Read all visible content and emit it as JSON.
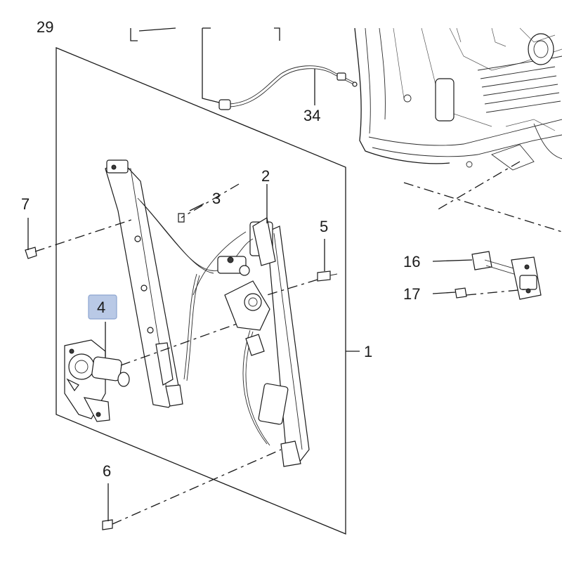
{
  "callouts": {
    "c29": "29",
    "c34": "34",
    "c7": "7",
    "c3": "3",
    "c2": "2",
    "c5": "5",
    "c4": "4",
    "c1": "1",
    "c6": "6",
    "c16": "16",
    "c17": "17"
  },
  "highlight": {
    "callout": "4",
    "fill_color": "#b9c9e6"
  }
}
